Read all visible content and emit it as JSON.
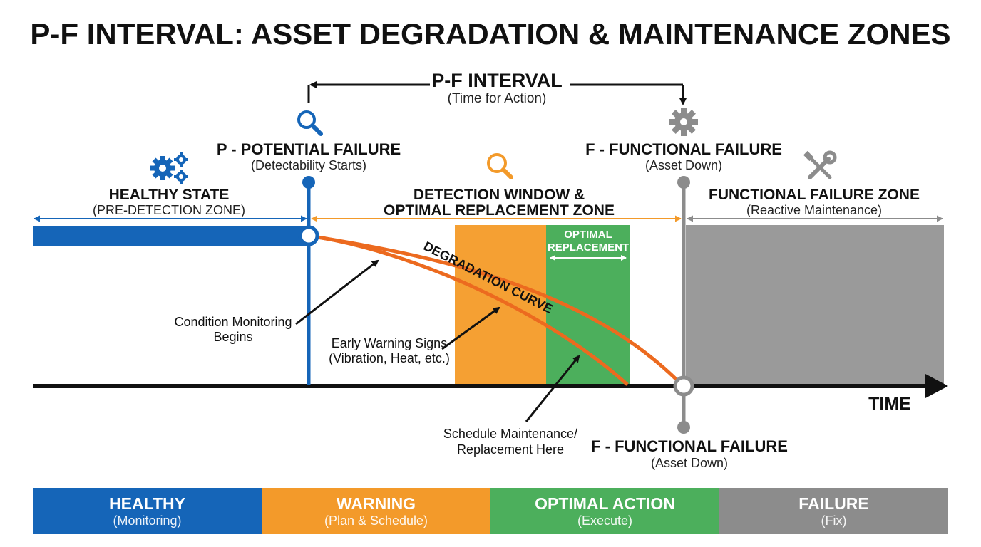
{
  "title": "P-F INTERVAL: ASSET DEGRADATION & MAINTENANCE ZONES",
  "colors": {
    "blue": "#1565b8",
    "orange": "#f5a033",
    "curve": "#ec6a1f",
    "green": "#4caf5c",
    "gray": "#8c8c8c",
    "black": "#111111"
  },
  "pf_interval": {
    "label": "P-F INTERVAL",
    "sub": "(Time for Action)"
  },
  "p_point": {
    "label": "P - POTENTIAL FAILURE",
    "sub": "(Detectability Starts)",
    "icon": "magnifier-icon"
  },
  "f_point_top": {
    "label": "F - FUNCTIONAL FAILURE",
    "sub": "(Asset Down)",
    "icon": "gear-icon"
  },
  "f_point_bottom": {
    "label": "F - FUNCTIONAL FAILURE",
    "sub": "(Asset Down)"
  },
  "zones": {
    "healthy": {
      "label": "HEALTHY STATE",
      "sub": "(PRE-DETECTION ZONE)",
      "icon": "gears-icon"
    },
    "detection": {
      "label_line1": "DETECTION WINDOW &",
      "label_line2": "OPTIMAL REPLACEMENT ZONE",
      "icon": "magnifier-icon"
    },
    "failure": {
      "label": "FUNCTIONAL FAILURE ZONE",
      "sub": "(Reactive Maintenance)",
      "icon": "wrench-screwdriver-icon"
    },
    "optimal": {
      "line1": "OPTIMAL",
      "line2": "REPLACEMENT"
    }
  },
  "curve_label": "DEGRADATION CURVE",
  "annotations": {
    "condition_monitoring": {
      "line1": "Condition Monitoring",
      "line2": "Begins"
    },
    "early_warning": {
      "line1": "Early Warning Signs",
      "line2": "(Vibration, Heat, etc.)"
    },
    "schedule": {
      "line1": "Schedule Maintenance/",
      "line2": "Replacement Here"
    }
  },
  "axis_label": "TIME",
  "legend_bar": [
    {
      "label": "HEALTHY",
      "sub": "(Monitoring)",
      "color": "#1565b8"
    },
    {
      "label": "WARNING",
      "sub": "(Plan & Schedule)",
      "color": "#f39a2a"
    },
    {
      "label": "OPTIMAL ACTION",
      "sub": "(Execute)",
      "color": "#4caf5c"
    },
    {
      "label": "FAILURE",
      "sub": "(Fix)",
      "color": "#8c8c8c"
    }
  ]
}
